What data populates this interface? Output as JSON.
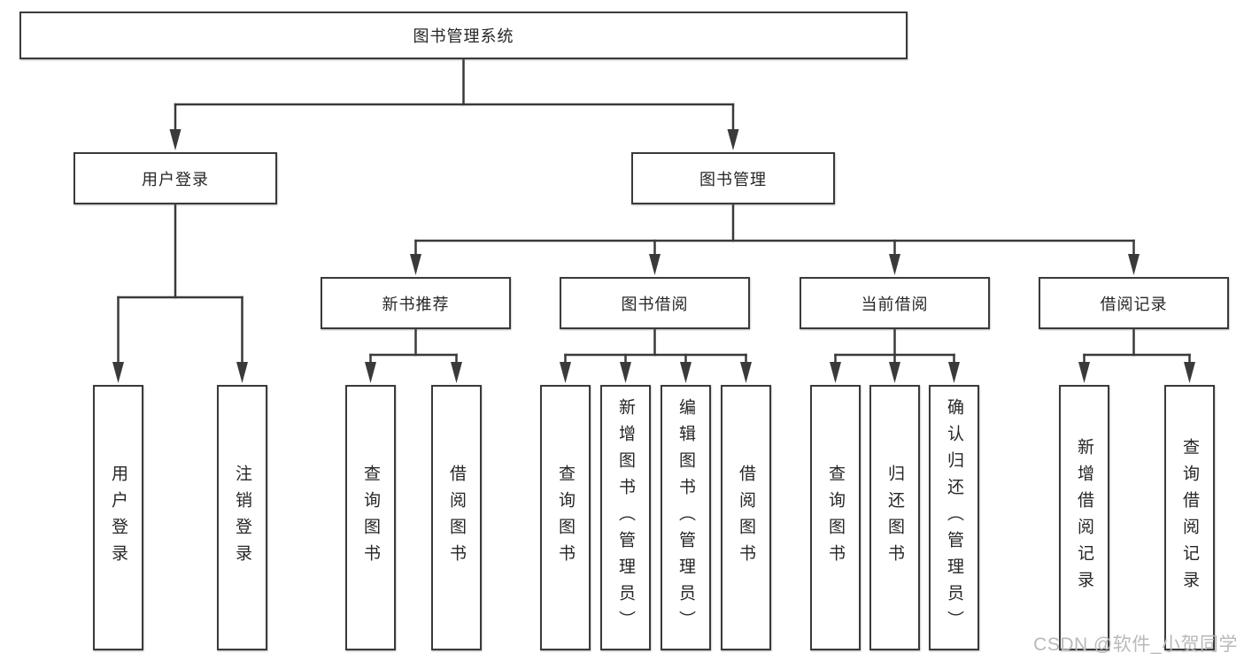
{
  "diagram": {
    "root": {
      "label": "图书管理系统"
    },
    "level2": [
      {
        "label": "用户登录"
      },
      {
        "label": "图书管理"
      }
    ],
    "level3": [
      {
        "label": "新书推荐"
      },
      {
        "label": "图书借阅"
      },
      {
        "label": "当前借阅"
      },
      {
        "label": "借阅记录"
      }
    ],
    "leaves": {
      "user_login": [
        {
          "label": "用户登录"
        },
        {
          "label": "注销登录"
        }
      ],
      "new_book": [
        {
          "label": "查询图书"
        },
        {
          "label": "借阅图书"
        }
      ],
      "book_borrow": [
        {
          "label": "查询图书"
        },
        {
          "label": "新增图书（管理员）"
        },
        {
          "label": "编辑图书（管理员）"
        },
        {
          "label": "借阅图书"
        }
      ],
      "current_borrow": [
        {
          "label": "查询图书"
        },
        {
          "label": "归还图书"
        },
        {
          "label": "确认归还（管理员）"
        }
      ],
      "borrow_records": [
        {
          "label": "新增借阅记录"
        },
        {
          "label": "查询借阅记录"
        }
      ]
    }
  },
  "watermark": {
    "text": "CSDN @软件_小贺同学"
  },
  "colors": {
    "line": "#3a3a3a",
    "text": "#262626",
    "watermark": "#b9b9b9",
    "background": "#ffffff"
  }
}
